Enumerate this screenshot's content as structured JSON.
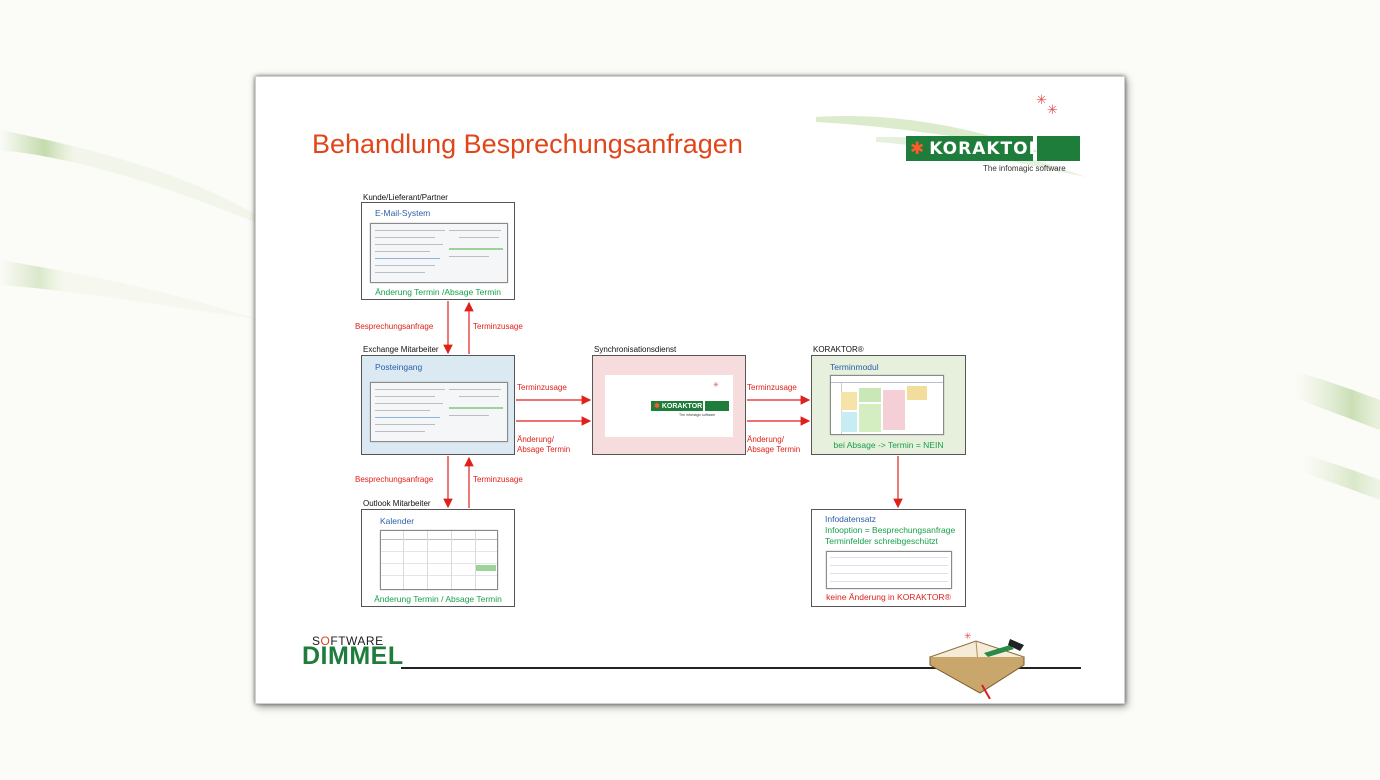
{
  "slide": {
    "title": "Behandlung Besprechungsanfragen",
    "logo": {
      "brand": "KORAKTOR",
      "tagline": "The infomagic software"
    },
    "footer": {
      "brand_top": "SOFTWARE",
      "brand_bottom": "DIMMEL"
    }
  },
  "nodes": {
    "email": {
      "group": "Kunde/Lieferant/Partner",
      "title": "E-Mail-System",
      "footer": "Änderung Termin /Absage Termin"
    },
    "exchange": {
      "group": "Exchange Mitarbeiter",
      "title": "Posteingang"
    },
    "outlook": {
      "group": "Outlook Mitarbeiter",
      "title": "Kalender",
      "footer": "Änderung Termin / Absage Termin"
    },
    "sync": {
      "group": "Synchronisationsdienst",
      "logo": "KORAKTOR",
      "tagline": "The infomagic software"
    },
    "koraktor": {
      "group": "KORAKTOR®",
      "title": "Terminmodul",
      "footer": "bei Absage -> Termin = NEIN"
    },
    "info": {
      "title": "Infodatensatz",
      "line1": "Infooption = Besprechungsanfrage",
      "line2": "Terminfelder schreibgeschützt",
      "footer": "keine Änderung in KORAKTOR®"
    }
  },
  "edges": {
    "email_to_exchange": "Besprechungsanfrage",
    "exchange_to_email": "Terminzusage",
    "exchange_to_sync_1": "Terminzusage",
    "exchange_to_sync_2a": "Änderung/",
    "exchange_to_sync_2b": "Absage Termin",
    "sync_to_koraktor_1": "Terminzusage",
    "sync_to_koraktor_2a": "Änderung/",
    "sync_to_koraktor_2b": "Absage Termin",
    "exchange_to_outlook": "Besprechungsanfrage",
    "outlook_to_exchange": "Terminzusage"
  },
  "colors": {
    "title": "#e0461a",
    "brand_green": "#1e7d3b",
    "arrow_red": "#e0201a",
    "exchange_fill": "#dbe9f3",
    "sync_fill": "#f6dcdc",
    "koraktor_fill": "#e6f0dc"
  }
}
